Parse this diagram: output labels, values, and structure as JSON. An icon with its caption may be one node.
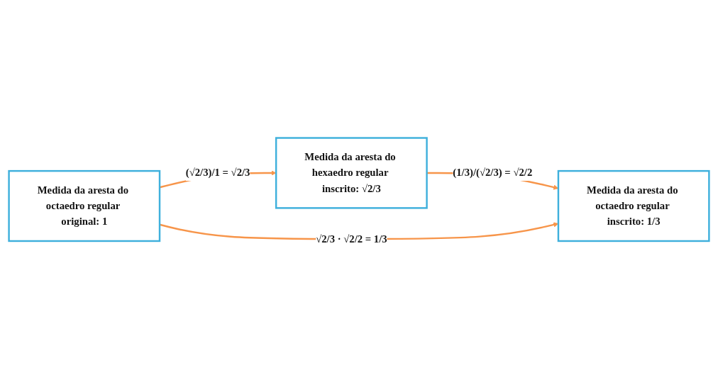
{
  "diagram": {
    "nodes": [
      {
        "text": [
          "Medida da aresta do hexaedro regular inscrito: √2/3"
        ]
      },
      {
        "text": [
          "Medida da aresta do octaedro regular original: 1"
        ]
      },
      {
        "text": [
          "Medida da aresta do octaedro regular inscrito: 1/3"
        ]
      }
    ],
    "edges": [
      {
        "from": 1,
        "to": 0,
        "arrow": "to",
        "label": "(√2/3)/1 = √2/3"
      },
      {
        "from": 0,
        "to": 2,
        "arrow": "to",
        "label": "(1/3)/(√2/3) = √2/2"
      },
      {
        "from": 1,
        "to": 2,
        "arrow": "to",
        "label": "√2/3 · √2/2 = 1/3"
      }
    ]
  }
}
